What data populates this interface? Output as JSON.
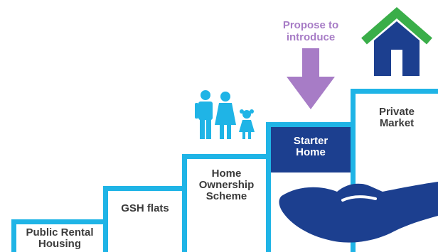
{
  "diagram": {
    "proposal_note": "Propose to\nintroduce",
    "steps": [
      {
        "label": "Public Rental\nHousing"
      },
      {
        "label": "GSH flats"
      },
      {
        "label": "Home\nOwnership\nScheme"
      },
      {
        "label": "Starter\nHome"
      },
      {
        "label": "Private\nMarket"
      }
    ],
    "colors": {
      "step_outline": "#1fb4e6",
      "starter_band": "#1c3f8f",
      "proposal_arrow": "#a77cc6",
      "house_roof": "#3aae49",
      "house_body": "#1c3f8f",
      "family": "#1fb4e6",
      "hand": "#1c3f8f"
    },
    "icons": [
      "house-icon",
      "family-icon",
      "down-arrow-icon",
      "hand-icon"
    ]
  }
}
